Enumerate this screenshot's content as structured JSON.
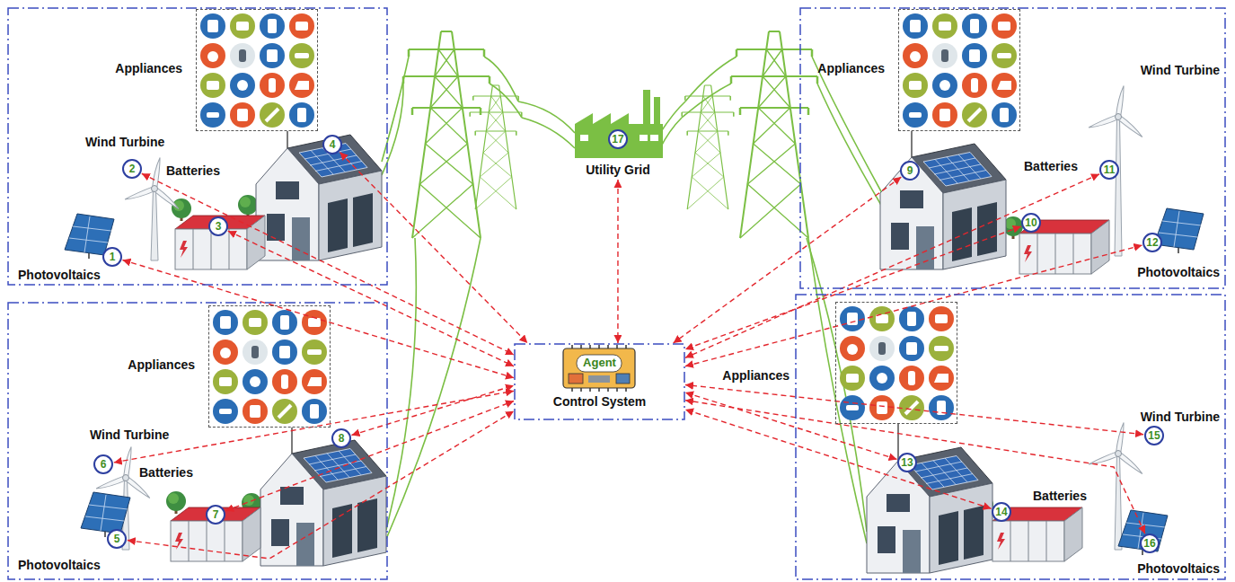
{
  "diagram": {
    "nodes": [
      {
        "text": [
          "Wind Turbine",
          "Batteries",
          "Photovoltaics"
        ]
      },
      {
        "text": [
          "Appliances"
        ],
        "in": 0
      },
      {
        "text": [
          "1"
        ],
        "in": 0
      },
      {
        "text": [
          "2"
        ],
        "in": 0
      },
      {
        "text": [
          "3"
        ],
        "in": 0
      },
      {
        "text": [
          "4"
        ],
        "in": 0
      },
      {
        "text": [
          "Wind Turbine",
          "Batteries",
          "Photovoltaics"
        ]
      },
      {
        "text": [
          "Appliances"
        ],
        "in": 6
      },
      {
        "text": [
          "9"
        ],
        "in": 6
      },
      {
        "text": [
          "10"
        ],
        "in": 6
      },
      {
        "text": [
          "11"
        ],
        "in": 6
      },
      {
        "text": [
          "12"
        ],
        "in": 6
      },
      {
        "text": [
          "17",
          "Utility Grid"
        ]
      },
      {
        "text": [
          "Agent",
          "Control System"
        ]
      },
      {
        "text": [
          "Wind Turbine",
          "Batteries",
          "Photovoltaics"
        ]
      },
      {
        "text": [
          "Appliances"
        ],
        "in": 14
      },
      {
        "text": [
          "5"
        ],
        "in": 14
      },
      {
        "text": [
          "6"
        ],
        "in": 14
      },
      {
        "text": [
          "7"
        ],
        "in": 14
      },
      {
        "text": [
          "8"
        ],
        "in": 14
      },
      {
        "text": [
          "Wind Turbine",
          "Batteries",
          "Photovoltaics"
        ]
      },
      {
        "text": [
          "Appliances"
        ],
        "in": 20
      },
      {
        "text": [
          "13"
        ],
        "in": 20
      },
      {
        "text": [
          "14"
        ],
        "in": 20
      },
      {
        "text": [
          "15"
        ],
        "in": 20
      },
      {
        "text": [
          "16"
        ],
        "in": 20
      }
    ],
    "edges": [
      {
        "from": 2,
        "to": 13,
        "arrow": "both"
      },
      {
        "from": 3,
        "to": 13,
        "arrow": "both"
      },
      {
        "from": 4,
        "to": 13,
        "arrow": "both"
      },
      {
        "from": 5,
        "to": 13,
        "arrow": "both"
      },
      {
        "from": 8,
        "to": 13,
        "arrow": "both"
      },
      {
        "from": 9,
        "to": 13,
        "arrow": "both"
      },
      {
        "from": 10,
        "to": 13,
        "arrow": "both"
      },
      {
        "from": 11,
        "to": 13,
        "arrow": "both"
      },
      {
        "from": 12,
        "to": 13,
        "arrow": "both"
      },
      {
        "from": 16,
        "to": 13,
        "arrow": "both"
      },
      {
        "from": 17,
        "to": 13,
        "arrow": "both"
      },
      {
        "from": 18,
        "to": 13,
        "arrow": "both"
      },
      {
        "from": 19,
        "to": 13,
        "arrow": "both"
      },
      {
        "from": 22,
        "to": 13,
        "arrow": "both"
      },
      {
        "from": 23,
        "to": 13,
        "arrow": "both"
      },
      {
        "from": 24,
        "to": 13,
        "arrow": "both"
      },
      {
        "from": 25,
        "to": 13,
        "arrow": "both"
      }
    ]
  }
}
